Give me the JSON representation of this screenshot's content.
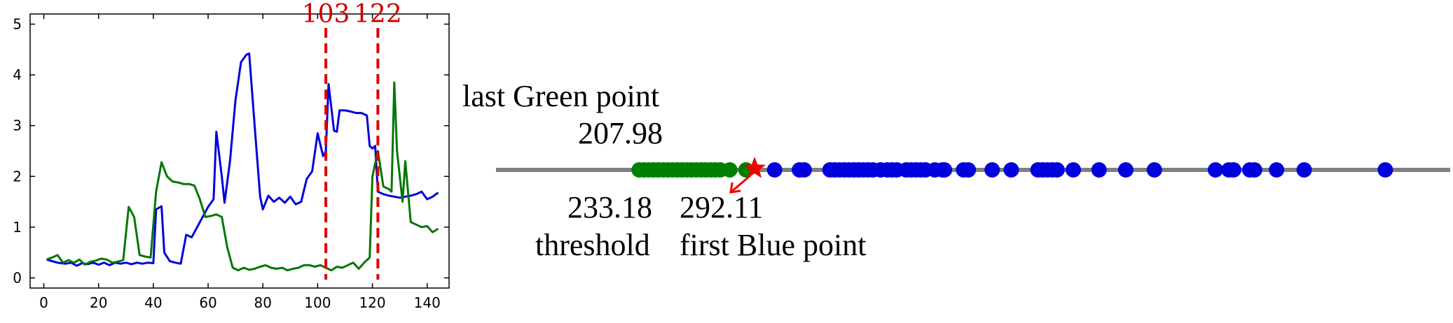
{
  "chart_data": [
    {
      "type": "line",
      "title": "",
      "xlabel": "",
      "ylabel": "",
      "xlim": [
        -5,
        148
      ],
      "ylim": [
        -0.2,
        5.2
      ],
      "xticks": [
        0,
        20,
        40,
        60,
        80,
        100,
        120,
        140
      ],
      "yticks": [
        0,
        1,
        2,
        3,
        4,
        5
      ],
      "grid": false,
      "series": [
        {
          "color": "#0000dd",
          "points": [
            [
              1,
              0.36
            ],
            [
              3,
              0.33
            ],
            [
              5,
              0.3
            ],
            [
              8,
              0.28
            ],
            [
              10,
              0.3
            ],
            [
              12,
              0.24
            ],
            [
              14,
              0.29
            ],
            [
              16,
              0.27
            ],
            [
              18,
              0.3
            ],
            [
              20,
              0.26
            ],
            [
              22,
              0.3
            ],
            [
              24,
              0.25
            ],
            [
              26,
              0.3
            ],
            [
              28,
              0.28
            ],
            [
              30,
              0.3
            ],
            [
              32,
              0.27
            ],
            [
              34,
              0.3
            ],
            [
              36,
              0.28
            ],
            [
              38,
              0.3
            ],
            [
              40,
              0.29
            ],
            [
              41,
              1.35
            ],
            [
              43,
              1.41
            ],
            [
              44,
              0.5
            ],
            [
              46,
              0.33
            ],
            [
              48,
              0.3
            ],
            [
              50,
              0.28
            ],
            [
              52,
              0.85
            ],
            [
              54,
              0.8
            ],
            [
              56,
              1.0
            ],
            [
              58,
              1.2
            ],
            [
              60,
              1.4
            ],
            [
              62,
              1.55
            ],
            [
              63,
              2.88
            ],
            [
              65,
              2.0
            ],
            [
              66,
              1.48
            ],
            [
              68,
              2.3
            ],
            [
              70,
              3.5
            ],
            [
              72,
              4.25
            ],
            [
              74,
              4.4
            ],
            [
              75,
              4.42
            ],
            [
              77,
              3.0
            ],
            [
              79,
              1.6
            ],
            [
              80,
              1.35
            ],
            [
              82,
              1.62
            ],
            [
              84,
              1.5
            ],
            [
              86,
              1.58
            ],
            [
              88,
              1.48
            ],
            [
              90,
              1.6
            ],
            [
              92,
              1.45
            ],
            [
              94,
              1.5
            ],
            [
              96,
              1.95
            ],
            [
              98,
              2.1
            ],
            [
              100,
              2.85
            ],
            [
              102,
              2.4
            ],
            [
              103,
              2.5
            ],
            [
              104,
              3.82
            ],
            [
              106,
              2.9
            ],
            [
              107,
              2.88
            ],
            [
              108,
              3.3
            ],
            [
              110,
              3.3
            ],
            [
              112,
              3.28
            ],
            [
              114,
              3.25
            ],
            [
              116,
              3.25
            ],
            [
              118,
              3.2
            ],
            [
              119,
              2.6
            ],
            [
              120,
              2.55
            ],
            [
              121,
              2.6
            ],
            [
              122,
              1.7
            ],
            [
              124,
              1.65
            ],
            [
              126,
              1.62
            ],
            [
              128,
              1.6
            ],
            [
              130,
              1.58
            ],
            [
              132,
              1.6
            ],
            [
              134,
              1.62
            ],
            [
              136,
              1.65
            ],
            [
              138,
              1.7
            ],
            [
              140,
              1.55
            ],
            [
              142,
              1.6
            ],
            [
              144,
              1.68
            ]
          ]
        },
        {
          "color": "#007700",
          "points": [
            [
              1,
              0.36
            ],
            [
              3,
              0.4
            ],
            [
              5,
              0.45
            ],
            [
              7,
              0.3
            ],
            [
              9,
              0.35
            ],
            [
              11,
              0.3
            ],
            [
              13,
              0.36
            ],
            [
              15,
              0.26
            ],
            [
              17,
              0.32
            ],
            [
              19,
              0.34
            ],
            [
              21,
              0.38
            ],
            [
              23,
              0.36
            ],
            [
              25,
              0.3
            ],
            [
              27,
              0.32
            ],
            [
              29,
              0.35
            ],
            [
              31,
              1.4
            ],
            [
              33,
              1.2
            ],
            [
              35,
              0.45
            ],
            [
              37,
              0.42
            ],
            [
              39,
              0.4
            ],
            [
              41,
              1.7
            ],
            [
              43,
              2.28
            ],
            [
              45,
              2.0
            ],
            [
              47,
              1.9
            ],
            [
              49,
              1.88
            ],
            [
              51,
              1.85
            ],
            [
              53,
              1.85
            ],
            [
              55,
              1.82
            ],
            [
              57,
              1.55
            ],
            [
              59,
              1.2
            ],
            [
              61,
              1.22
            ],
            [
              63,
              1.25
            ],
            [
              65,
              1.2
            ],
            [
              67,
              0.6
            ],
            [
              69,
              0.2
            ],
            [
              71,
              0.15
            ],
            [
              73,
              0.2
            ],
            [
              75,
              0.16
            ],
            [
              77,
              0.18
            ],
            [
              79,
              0.22
            ],
            [
              81,
              0.25
            ],
            [
              83,
              0.2
            ],
            [
              85,
              0.18
            ],
            [
              87,
              0.2
            ],
            [
              89,
              0.15
            ],
            [
              91,
              0.18
            ],
            [
              93,
              0.2
            ],
            [
              95,
              0.25
            ],
            [
              97,
              0.25
            ],
            [
              99,
              0.22
            ],
            [
              101,
              0.25
            ],
            [
              103,
              0.2
            ],
            [
              105,
              0.15
            ],
            [
              107,
              0.22
            ],
            [
              109,
              0.2
            ],
            [
              111,
              0.25
            ],
            [
              113,
              0.3
            ],
            [
              115,
              0.18
            ],
            [
              117,
              0.3
            ],
            [
              119,
              0.4
            ],
            [
              120,
              2.0
            ],
            [
              122,
              2.5
            ],
            [
              124,
              1.8
            ],
            [
              126,
              1.75
            ],
            [
              127,
              1.7
            ],
            [
              128,
              3.85
            ],
            [
              129,
              2.5
            ],
            [
              131,
              1.5
            ],
            [
              132,
              2.3
            ],
            [
              134,
              1.1
            ],
            [
              136,
              1.05
            ],
            [
              138,
              1.0
            ],
            [
              140,
              1.02
            ],
            [
              142,
              0.9
            ],
            [
              144,
              0.97
            ]
          ]
        }
      ],
      "vlines": [
        {
          "x": 103,
          "label": "103",
          "color": "#dd0000"
        },
        {
          "x": 122,
          "label": "122",
          "color": "#dd0000"
        }
      ]
    },
    {
      "type": "scatter",
      "title": "",
      "xlabel": "",
      "ylabel": "",
      "xlim": [
        0,
        1000
      ],
      "ylim": [
        -1,
        1
      ],
      "line_color": "#808080",
      "series": [
        {
          "color": "#008000",
          "points": [
            [
              150,
              0
            ],
            [
              155,
              0
            ],
            [
              160,
              0
            ],
            [
              165,
              0
            ],
            [
              170,
              0
            ],
            [
              175,
              0
            ],
            [
              180,
              0
            ],
            [
              185,
              0
            ],
            [
              190,
              0
            ],
            [
              195,
              0
            ],
            [
              200,
              0
            ],
            [
              205,
              0
            ],
            [
              210,
              0
            ],
            [
              215,
              0
            ],
            [
              220,
              0
            ],
            [
              225,
              0
            ],
            [
              230,
              0
            ],
            [
              235,
              0
            ],
            [
              245,
              0
            ],
            [
              262,
              0
            ]
          ]
        },
        {
          "color": "#0000dd",
          "points": [
            [
              292,
              0
            ],
            [
              318,
              0
            ],
            [
              323,
              0
            ],
            [
              350,
              0
            ],
            [
              355,
              0
            ],
            [
              360,
              0
            ],
            [
              365,
              0
            ],
            [
              370,
              0
            ],
            [
              375,
              0
            ],
            [
              380,
              0
            ],
            [
              385,
              0
            ],
            [
              390,
              0
            ],
            [
              395,
              0
            ],
            [
              403,
              0
            ],
            [
              410,
              0
            ],
            [
              415,
              0
            ],
            [
              420,
              0
            ],
            [
              430,
              0
            ],
            [
              435,
              0
            ],
            [
              440,
              0
            ],
            [
              445,
              0
            ],
            [
              450,
              0
            ],
            [
              460,
              0
            ],
            [
              468,
              0
            ],
            [
              470,
              0
            ],
            [
              490,
              0
            ],
            [
              495,
              0
            ],
            [
              520,
              0
            ],
            [
              540,
              0
            ],
            [
              568,
              0
            ],
            [
              573,
              0
            ],
            [
              578,
              0
            ],
            [
              583,
              0
            ],
            [
              588,
              0
            ],
            [
              605,
              0
            ],
            [
              632,
              0
            ],
            [
              660,
              0
            ],
            [
              690,
              0
            ],
            [
              754,
              0
            ],
            [
              768,
              0
            ],
            [
              773,
              0
            ],
            [
              790,
              0
            ],
            [
              795,
              0
            ],
            [
              818,
              0
            ],
            [
              847,
              0
            ],
            [
              932,
              0
            ]
          ]
        }
      ],
      "threshold": {
        "x": 271,
        "color": "#ee0000"
      },
      "annotations": {
        "last_green_label": "last Green point",
        "last_green_value": "207.98",
        "threshold_value": "233.18",
        "threshold_label": "threshold",
        "first_blue_value": "292.11",
        "first_blue_label": "first Blue point"
      }
    }
  ]
}
